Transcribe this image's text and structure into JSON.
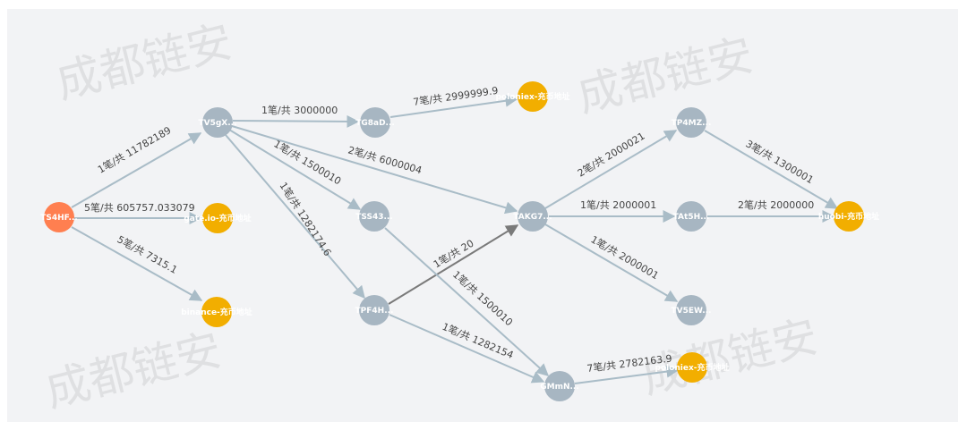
{
  "watermark": "成都链安",
  "colors": {
    "background": "#f2f3f5",
    "source": "#ff7f50",
    "address": "#a7b6c2",
    "exchange": "#f2ae00",
    "edge": "#a9bcc7",
    "edge_dark": "#7a7a7a"
  },
  "nodes": {
    "ts4hf": {
      "label": "TS4HF..."
    },
    "tv5gx": {
      "label": "TV5gX..."
    },
    "gate": {
      "label": "gate.io-充币地址"
    },
    "binance": {
      "label": "binance-充币地址"
    },
    "tg8ad": {
      "label": "TG8aD..."
    },
    "tss43": {
      "label": "TSS43..."
    },
    "tpf4h": {
      "label": "TPF4H..."
    },
    "poloniex1": {
      "label": "poloniex-充币地址"
    },
    "takg7": {
      "label": "TAKG7..."
    },
    "gmmn": {
      "label": "GMmN..."
    },
    "tp4mz": {
      "label": "TP4MZ..."
    },
    "tat5h": {
      "label": "TAt5H..."
    },
    "tv5ew": {
      "label": "TV5EW..."
    },
    "huobi": {
      "label": "huobi-充币地址"
    },
    "poloniex2": {
      "label": "poloniex-充币地址"
    }
  },
  "edges": {
    "ts4hf_tv5gx": "1笔/共 11782189",
    "ts4hf_gate": "5笔/共 605757.033079",
    "ts4hf_binance": "5笔/共 7315.1",
    "tv5gx_tg8ad": "1笔/共 3000000",
    "tv5gx_takg7": "2笔/共 6000004",
    "tv5gx_tss43": "1笔/共 1500010",
    "tv5gx_tpf4h": "1笔/共 1282174.6",
    "tg8ad_poloniex1": "7笔/共 2999999.9",
    "tpf4h_takg7": "1笔/共 20",
    "tss43_gmmn": "1笔/共 1500010",
    "tpf4h_gmmn": "1笔/共 1282154",
    "takg7_tp4mz": "2笔/共 2000021",
    "takg7_tat5h": "1笔/共 2000001",
    "takg7_tv5ew": "1笔/共 2000001",
    "tp4mz_huobi": "3笔/共 1300001",
    "tat5h_huobi": "2笔/共 2000000",
    "gmmn_poloniex2": "7笔/共 2782163.9"
  }
}
